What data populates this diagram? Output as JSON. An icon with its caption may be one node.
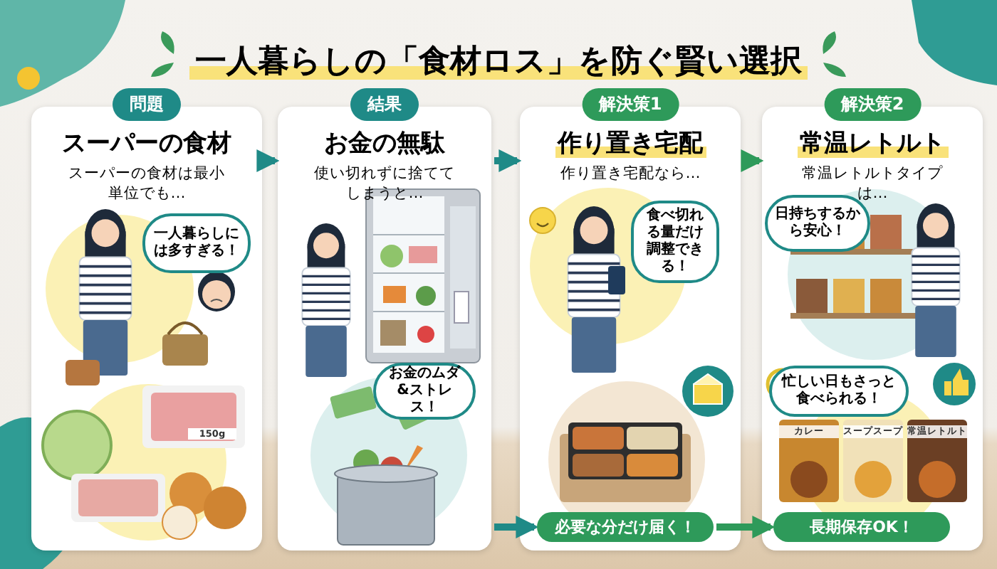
{
  "diagram": {
    "title": "一人暮らしの「食材ロス」を防ぐ賢い選択",
    "nodes": [
      {
        "text": [
          "問題",
          "スーパーの食材",
          "スーパーの食材は最小単位でも…"
        ]
      },
      {
        "text": [
          "一人暮らしには多すぎる！"
        ],
        "in": 0
      },
      {
        "text": [
          "結果",
          "お金の無駄",
          "使い切れずに捨ててしまうと…"
        ]
      },
      {
        "text": [
          "お金のムダ&ストレス！"
        ],
        "in": 2
      },
      {
        "text": [
          "解決策1",
          "作り置き宅配",
          "作り置き宅配なら…"
        ]
      },
      {
        "text": [
          "食べ切れる量だけ調整できる！"
        ],
        "in": 4
      },
      {
        "text": [
          "必要な分だけ届く！"
        ],
        "in": 4
      },
      {
        "text": [
          "解決策2",
          "常温レトルト",
          "常温レトルトタイプは…"
        ]
      },
      {
        "text": [
          "日持ちするから安心！"
        ],
        "in": 7
      },
      {
        "text": [
          "忙しい日もさっと食べられる！"
        ],
        "in": 7
      },
      {
        "text": [
          "長期保存OK！"
        ],
        "in": 7
      }
    ],
    "edges": [
      {
        "from": 0,
        "to": 2,
        "arrow": "to"
      },
      {
        "from": 2,
        "to": 4,
        "arrow": "to"
      },
      {
        "from": 4,
        "to": 7,
        "arrow": "to",
        "color": "#2e9a5a"
      },
      {
        "from": 2,
        "to": 6,
        "arrow": "to"
      },
      {
        "from": 6,
        "to": 10,
        "arrow": "to",
        "color": "#2e9a5a"
      }
    ],
    "labels": [
      "150g",
      "カレー",
      "スープスープ",
      "常温レトルト"
    ]
  }
}
